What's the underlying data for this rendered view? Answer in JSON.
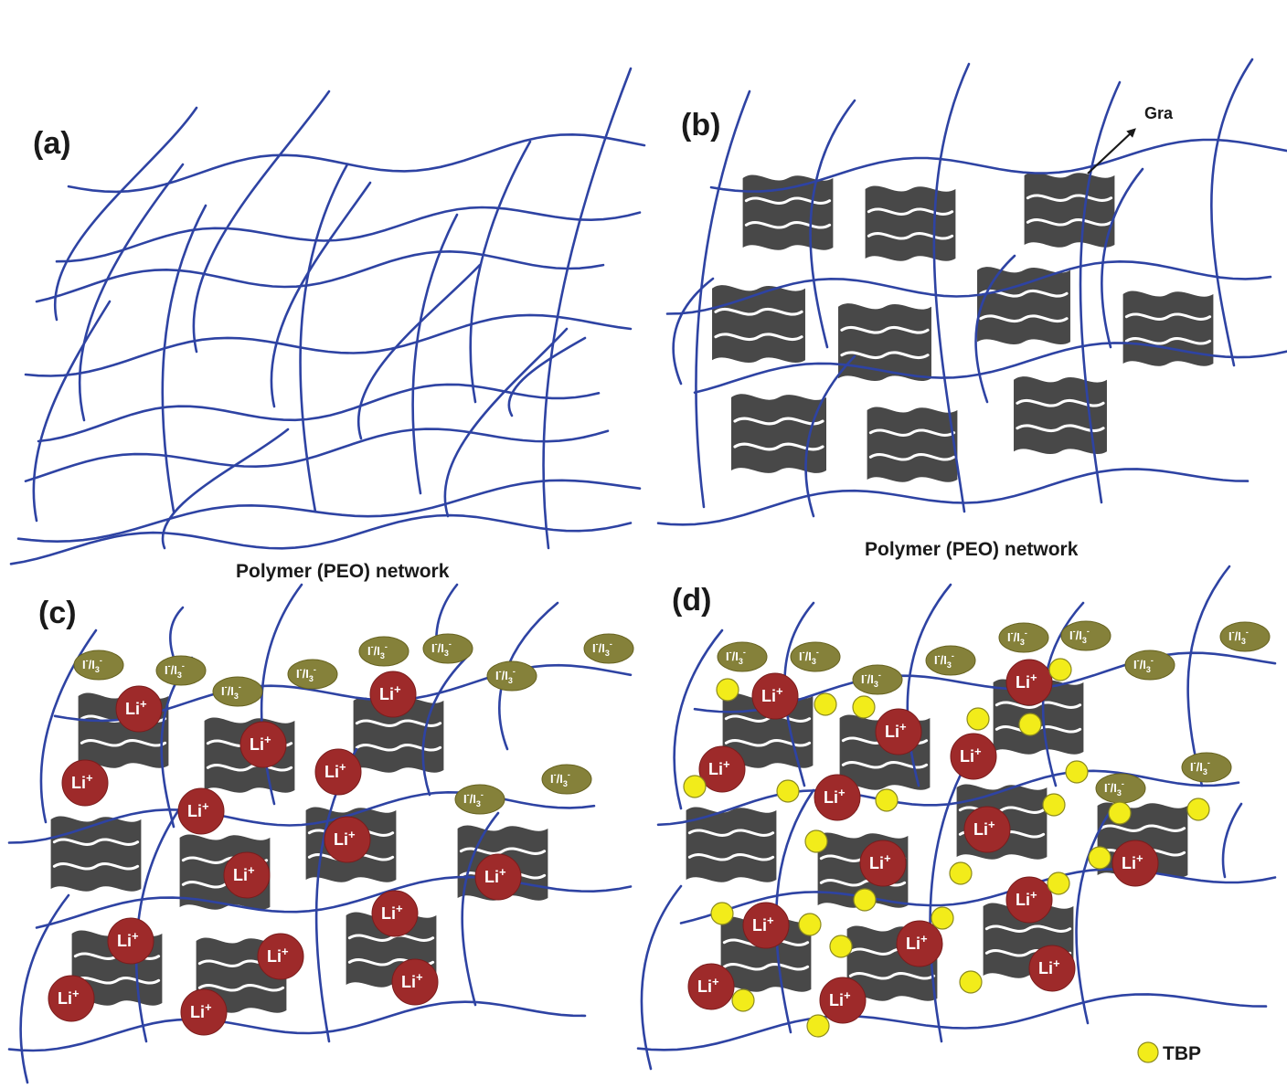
{
  "panels": [
    {
      "id": "a",
      "label": "(a)",
      "caption": "Polymer (PEO) network"
    },
    {
      "id": "b",
      "label": "(b)",
      "caption": "Polymer (PEO) network",
      "annotation": "Gra"
    },
    {
      "id": "c",
      "label": "(c)"
    },
    {
      "id": "d",
      "label": "(d)",
      "legend": "TBP"
    }
  ],
  "species": {
    "lithium": {
      "base": "Li",
      "charge": "+"
    },
    "iodide": {
      "text1": "I",
      "sup1": "-",
      "text2": "/I",
      "sub": "3",
      "sup2": "-"
    }
  },
  "colors": {
    "network": "#2e43a3",
    "graphene": "#484848",
    "lithium": "#9e2a2a",
    "iodide": "#85813a",
    "tbp": "#f2ec1a"
  }
}
